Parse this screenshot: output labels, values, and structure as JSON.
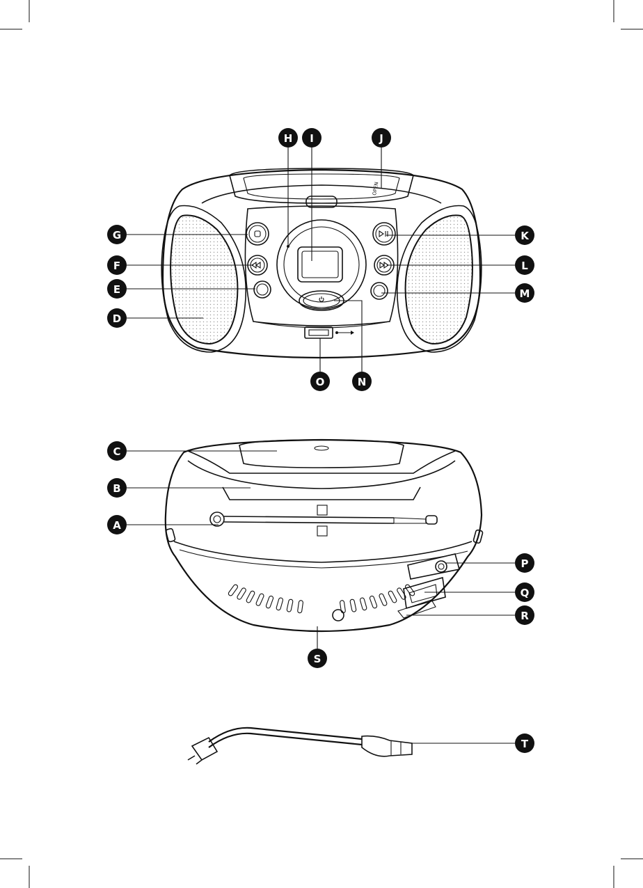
{
  "callouts": {
    "A": "A",
    "B": "B",
    "C": "C",
    "D": "D",
    "E": "E",
    "F": "F",
    "G": "G",
    "H": "H",
    "I": "I",
    "J": "J",
    "K": "K",
    "L": "L",
    "M": "M",
    "N": "N",
    "O": "O",
    "P": "P",
    "Q": "Q",
    "R": "R",
    "S": "S",
    "T": "T"
  },
  "icons": {
    "usb": "usb-icon",
    "play_pause": "play-pause-icon",
    "skip_back": "skip-back-icon",
    "skip_forward": "skip-forward-icon",
    "power": "power-icon"
  },
  "colors": {
    "ink": "#111111",
    "paper": "#ffffff"
  }
}
